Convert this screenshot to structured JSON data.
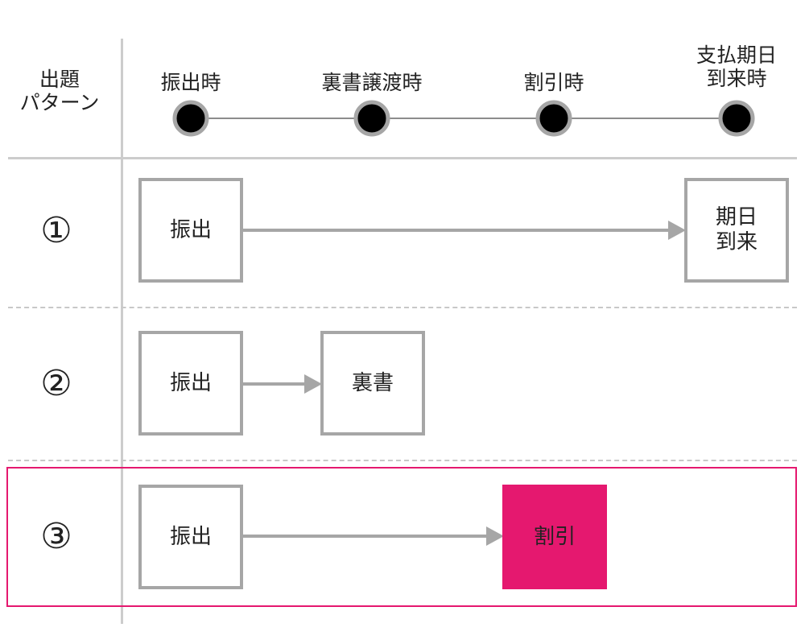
{
  "header": {
    "pattern_label": "出題\nパターン",
    "timeline": [
      {
        "label": "振出時"
      },
      {
        "label": "裏書譲渡時"
      },
      {
        "label": "割引時"
      },
      {
        "label": "支払期日\n到来時"
      }
    ]
  },
  "rows": [
    {
      "number": "①",
      "boxes": [
        {
          "label": "振出"
        },
        {
          "label": "期日\n到来"
        }
      ]
    },
    {
      "number": "②",
      "boxes": [
        {
          "label": "振出"
        },
        {
          "label": "裏書"
        }
      ]
    },
    {
      "number": "③",
      "boxes": [
        {
          "label": "振出"
        },
        {
          "label": "割引"
        }
      ],
      "highlighted": true
    }
  ],
  "colors": {
    "accent": "#e5186f",
    "box_border": "#a6a6a6",
    "line": "#cccccc",
    "arrow": "#a6a6a6",
    "timeline_dot": "#000000",
    "timeline_dot_ring": "#a6a6a6"
  }
}
